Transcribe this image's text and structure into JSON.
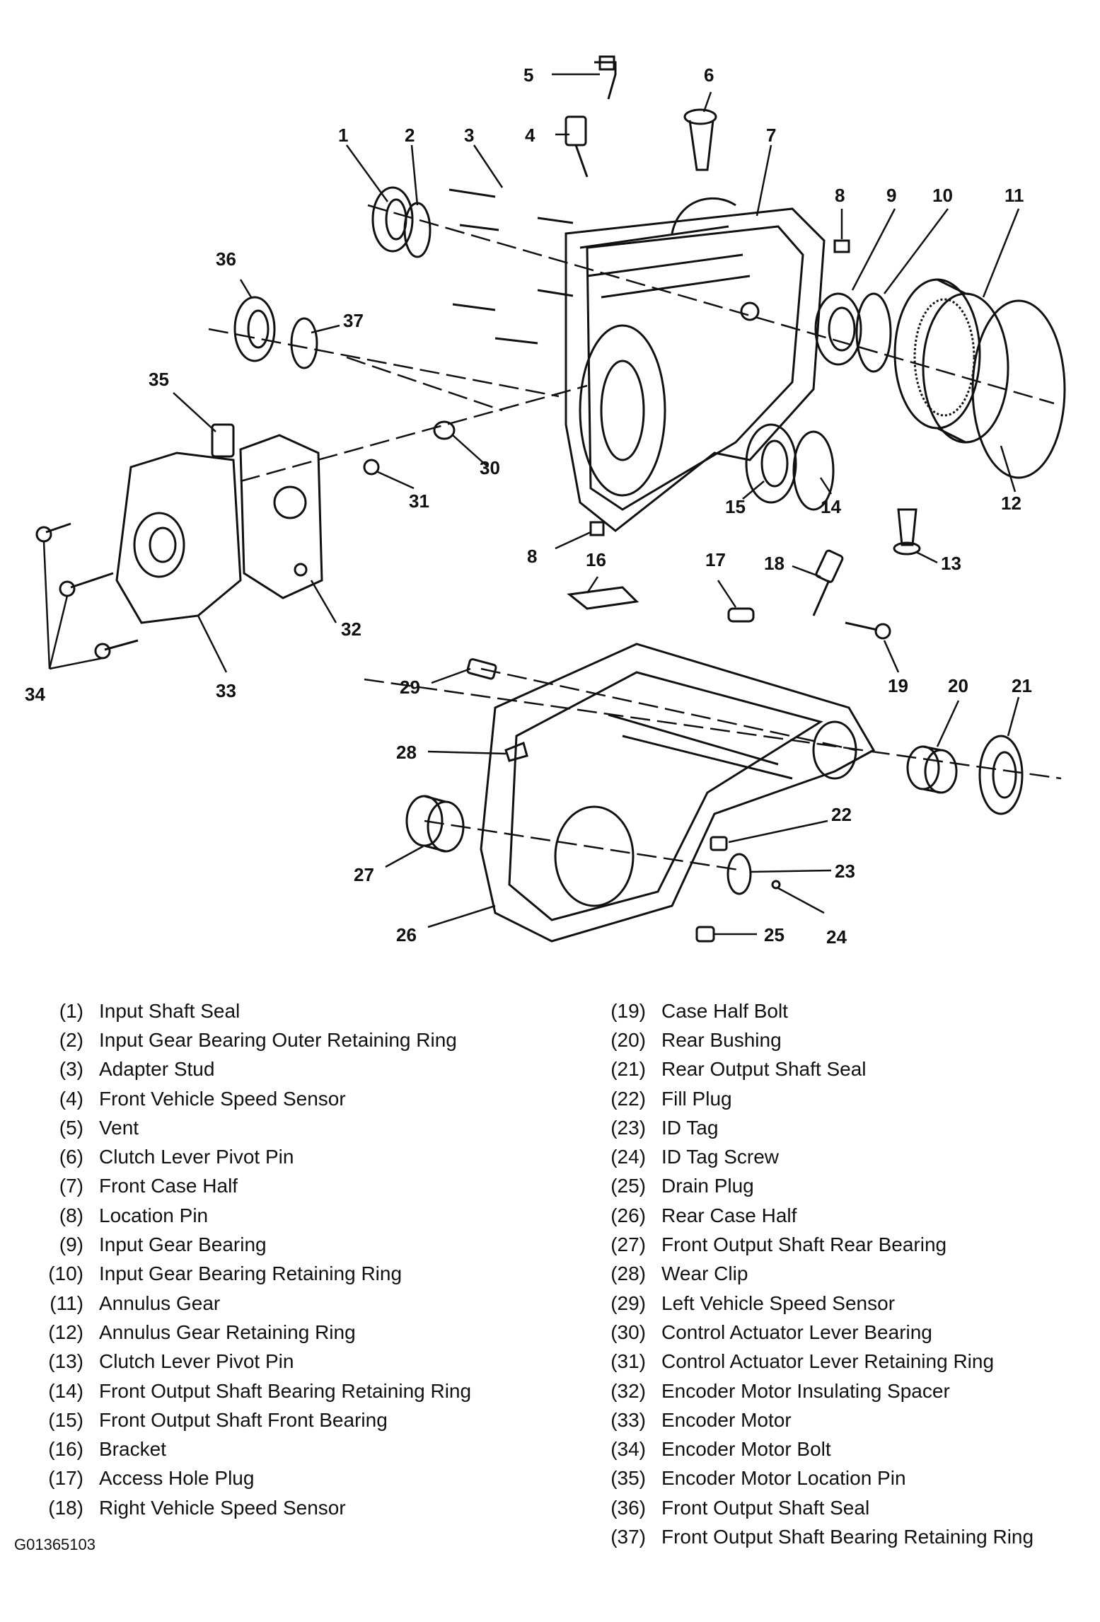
{
  "figure_code": "G01365103",
  "callouts": [
    {
      "id": "c1",
      "text": "1"
    },
    {
      "id": "c2",
      "text": "2"
    },
    {
      "id": "c3",
      "text": "3"
    },
    {
      "id": "c4",
      "text": "4"
    },
    {
      "id": "c5",
      "text": "5"
    },
    {
      "id": "c6",
      "text": "6"
    },
    {
      "id": "c7",
      "text": "7"
    },
    {
      "id": "c8a",
      "text": "8"
    },
    {
      "id": "c8b",
      "text": "8"
    },
    {
      "id": "c9",
      "text": "9"
    },
    {
      "id": "c10",
      "text": "10"
    },
    {
      "id": "c11",
      "text": "11"
    },
    {
      "id": "c12",
      "text": "12"
    },
    {
      "id": "c13",
      "text": "13"
    },
    {
      "id": "c14",
      "text": "14"
    },
    {
      "id": "c15",
      "text": "15"
    },
    {
      "id": "c16",
      "text": "16"
    },
    {
      "id": "c17",
      "text": "17"
    },
    {
      "id": "c18",
      "text": "18"
    },
    {
      "id": "c19",
      "text": "19"
    },
    {
      "id": "c20",
      "text": "20"
    },
    {
      "id": "c21",
      "text": "21"
    },
    {
      "id": "c22",
      "text": "22"
    },
    {
      "id": "c23",
      "text": "23"
    },
    {
      "id": "c24",
      "text": "24"
    },
    {
      "id": "c25",
      "text": "25"
    },
    {
      "id": "c26",
      "text": "26"
    },
    {
      "id": "c27",
      "text": "27"
    },
    {
      "id": "c28",
      "text": "28"
    },
    {
      "id": "c29",
      "text": "29"
    },
    {
      "id": "c30",
      "text": "30"
    },
    {
      "id": "c31",
      "text": "31"
    },
    {
      "id": "c32",
      "text": "32"
    },
    {
      "id": "c33",
      "text": "33"
    },
    {
      "id": "c34",
      "text": "34"
    },
    {
      "id": "c35",
      "text": "35"
    },
    {
      "id": "c36",
      "text": "36"
    },
    {
      "id": "c37",
      "text": "37"
    }
  ],
  "legend_left": [
    {
      "num": "(1)",
      "label": "Input Shaft Seal"
    },
    {
      "num": "(2)",
      "label": "Input Gear Bearing Outer Retaining Ring"
    },
    {
      "num": "(3)",
      "label": "Adapter Stud"
    },
    {
      "num": "(4)",
      "label": "Front Vehicle Speed Sensor"
    },
    {
      "num": "(5)",
      "label": "Vent"
    },
    {
      "num": "(6)",
      "label": "Clutch Lever Pivot Pin"
    },
    {
      "num": "(7)",
      "label": "Front Case Half"
    },
    {
      "num": "(8)",
      "label": "Location Pin"
    },
    {
      "num": "(9)",
      "label": "Input Gear Bearing"
    },
    {
      "num": "(10)",
      "label": "Input Gear Bearing Retaining Ring"
    },
    {
      "num": "(11)",
      "label": "Annulus Gear"
    },
    {
      "num": "(12)",
      "label": "Annulus Gear Retaining Ring"
    },
    {
      "num": "(13)",
      "label": "Clutch Lever Pivot Pin"
    },
    {
      "num": "(14)",
      "label": "Front Output Shaft Bearing Retaining Ring"
    },
    {
      "num": "(15)",
      "label": "Front Output Shaft Front Bearing"
    },
    {
      "num": "(16)",
      "label": "Bracket"
    },
    {
      "num": "(17)",
      "label": "Access Hole Plug"
    },
    {
      "num": "(18)",
      "label": "Right Vehicle Speed Sensor"
    }
  ],
  "legend_right": [
    {
      "num": "(19)",
      "label": "Case Half Bolt"
    },
    {
      "num": "(20)",
      "label": "Rear Bushing"
    },
    {
      "num": "(21)",
      "label": "Rear Output Shaft Seal"
    },
    {
      "num": "(22)",
      "label": "Fill Plug"
    },
    {
      "num": "(23)",
      "label": "ID Tag"
    },
    {
      "num": "(24)",
      "label": "ID Tag Screw"
    },
    {
      "num": "(25)",
      "label": "Drain Plug"
    },
    {
      "num": "(26)",
      "label": "Rear Case Half"
    },
    {
      "num": "(27)",
      "label": "Front Output Shaft Rear Bearing"
    },
    {
      "num": "(28)",
      "label": "Wear Clip"
    },
    {
      "num": "(29)",
      "label": "Left Vehicle Speed Sensor"
    },
    {
      "num": "(30)",
      "label": "Control Actuator Lever Bearing"
    },
    {
      "num": "(31)",
      "label": "Control Actuator Lever Retaining Ring"
    },
    {
      "num": "(32)",
      "label": "Encoder Motor Insulating Spacer"
    },
    {
      "num": "(33)",
      "label": "Encoder Motor"
    },
    {
      "num": "(34)",
      "label": "Encoder Motor Bolt"
    },
    {
      "num": "(35)",
      "label": "Encoder Motor Location Pin"
    },
    {
      "num": "(36)",
      "label": "Front Output Shaft Seal"
    },
    {
      "num": "(37)",
      "label": "Front Output Shaft Bearing Retaining Ring"
    }
  ]
}
